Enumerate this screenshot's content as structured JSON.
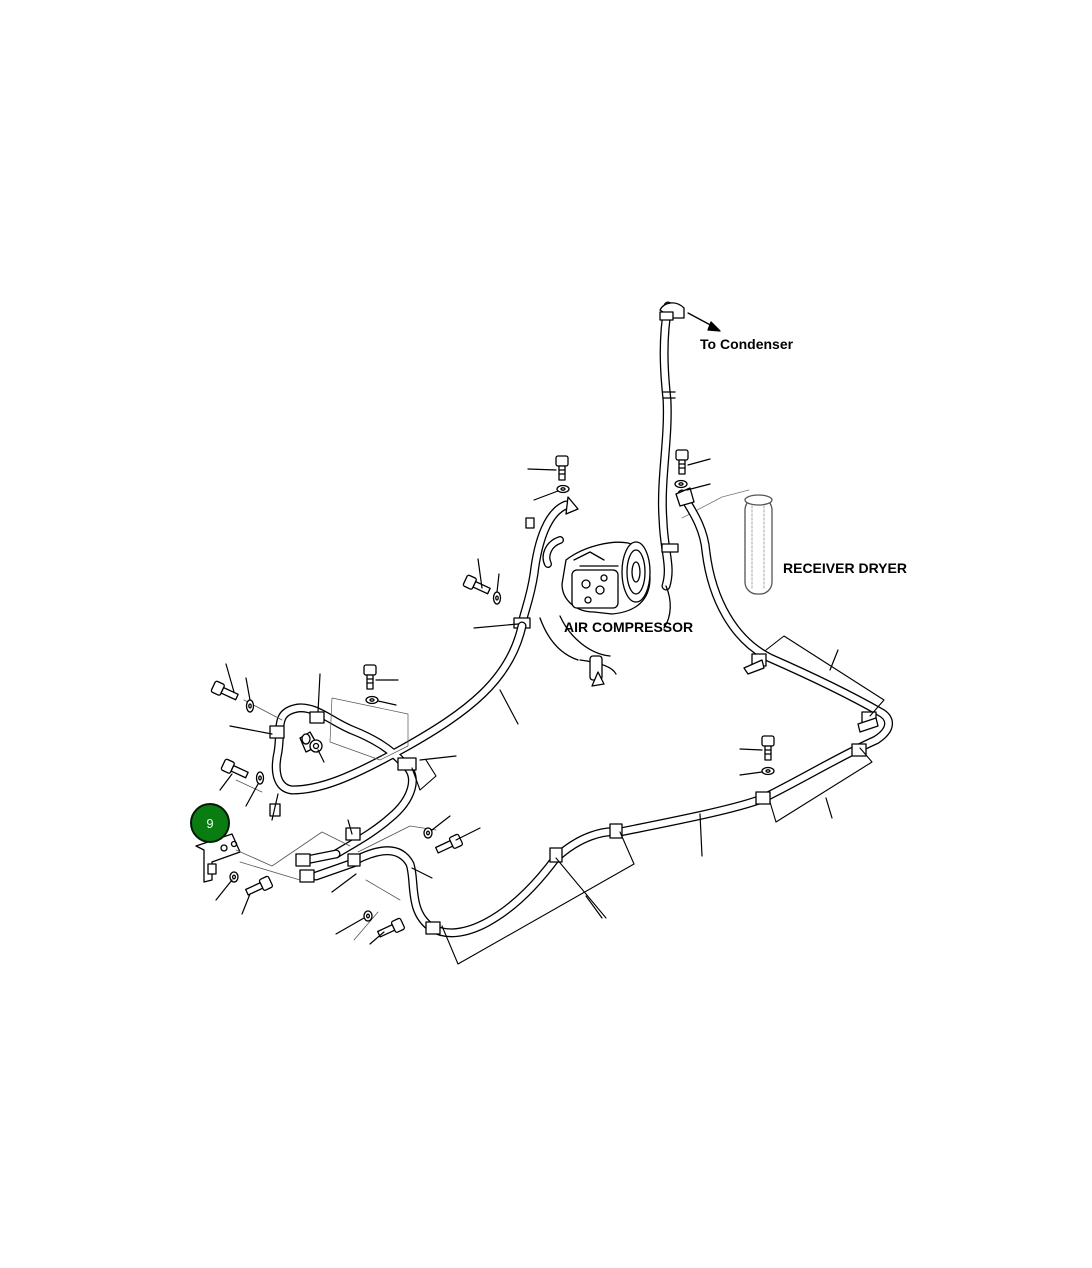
{
  "labels": {
    "condenser": "To Condenser",
    "receiver_dryer": "RECEIVER DRYER",
    "air_compressor": "AIR COMPRESSOR"
  },
  "callout": {
    "number": "9",
    "color": "#0a7d12"
  }
}
